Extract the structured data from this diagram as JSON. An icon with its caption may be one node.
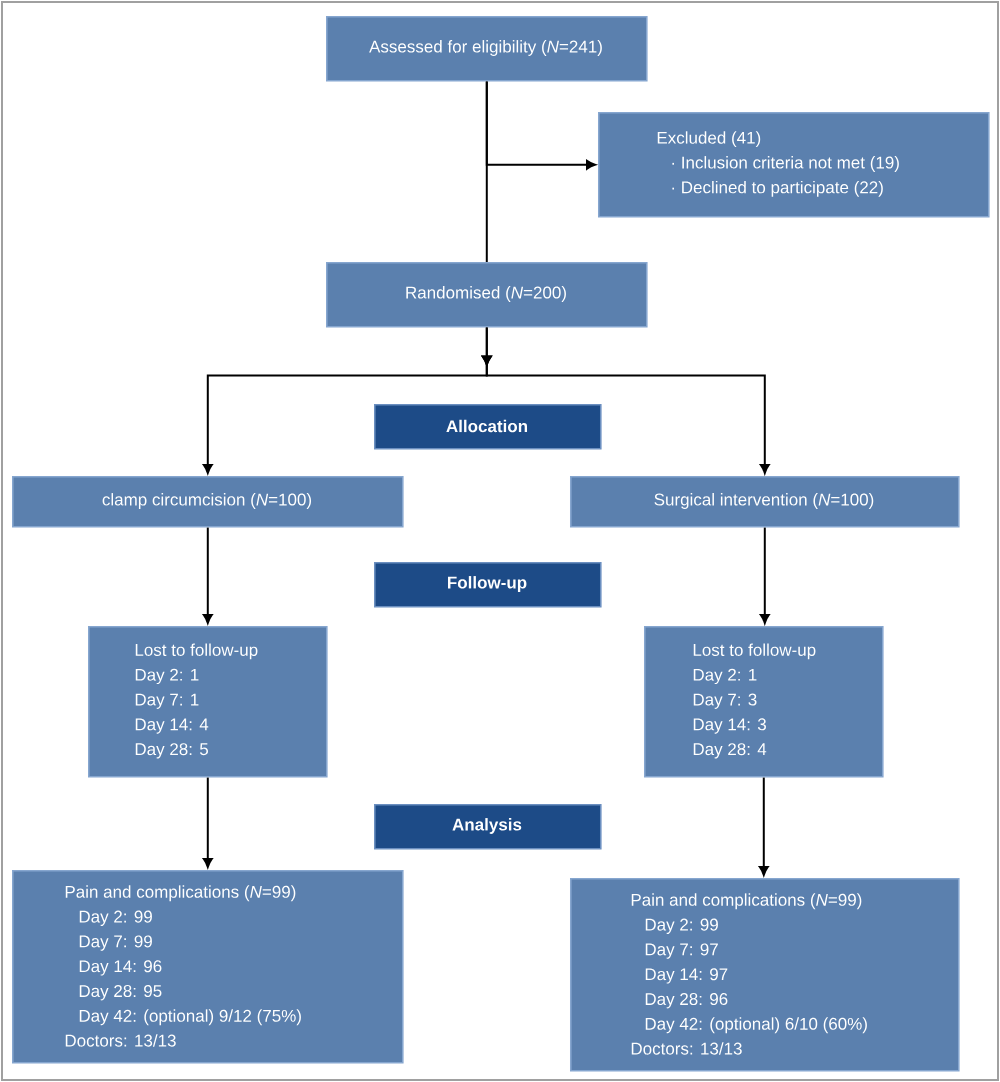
{
  "diagram": {
    "nodes": [
      {
        "text": [
          "Assessed for eligibility (*N*=241)"
        ]
      },
      {
        "text": [
          "Excluded (41)",
          "· Inclusion criteria not met (19)",
          "· Declined to participate (22)"
        ]
      },
      {
        "text": [
          "Randomised (*N*=200)"
        ]
      },
      {
        "text": [
          "Allocation"
        ]
      },
      {
        "text": [
          "clamp circumcision (*N*=100)"
        ]
      },
      {
        "text": [
          "Surgical intervention (*N*=100)"
        ]
      },
      {
        "text": [
          "Follow-up"
        ]
      },
      {
        "text": [
          "Lost to follow-up",
          "Day 2: 1",
          "Day 7: 1",
          "Day 14: 4",
          "Day 28: 5"
        ]
      },
      {
        "text": [
          "Lost to follow-up",
          "Day 2: 1",
          "Day 7: 3",
          "Day 14: 3",
          "Day 28: 4"
        ]
      },
      {
        "text": [
          "Analysis"
        ]
      },
      {
        "text": [
          "Pain and complications (*N*=99)",
          "Day 2: 99",
          "Day 7: 99",
          "Day 14: 96",
          "Day 28: 95",
          "Day 42: (optional) 9/12 (75%)",
          "Doctors: 13/13"
        ]
      },
      {
        "text": [
          "Pain and complications (*N*=99)",
          "Day 2: 99",
          "Day 7: 97",
          "Day 14: 97",
          "Day 28: 96",
          "Day 42: (optional) 6/10 (60%)",
          "Doctors: 13/13"
        ]
      }
    ],
    "edges": [
      {
        "from": 0,
        "to": 2,
        "arrow": "none"
      },
      {
        "from": 0,
        "to": 1,
        "arrow": "to"
      },
      {
        "from": 2,
        "to": 4,
        "arrow": "to"
      },
      {
        "from": 2,
        "to": 5,
        "arrow": "to"
      },
      {
        "from": 4,
        "to": 7,
        "arrow": "to"
      },
      {
        "from": 5,
        "to": 8,
        "arrow": "to"
      },
      {
        "from": 7,
        "to": 10,
        "arrow": "to"
      },
      {
        "from": 8,
        "to": 11,
        "arrow": "to"
      }
    ]
  }
}
